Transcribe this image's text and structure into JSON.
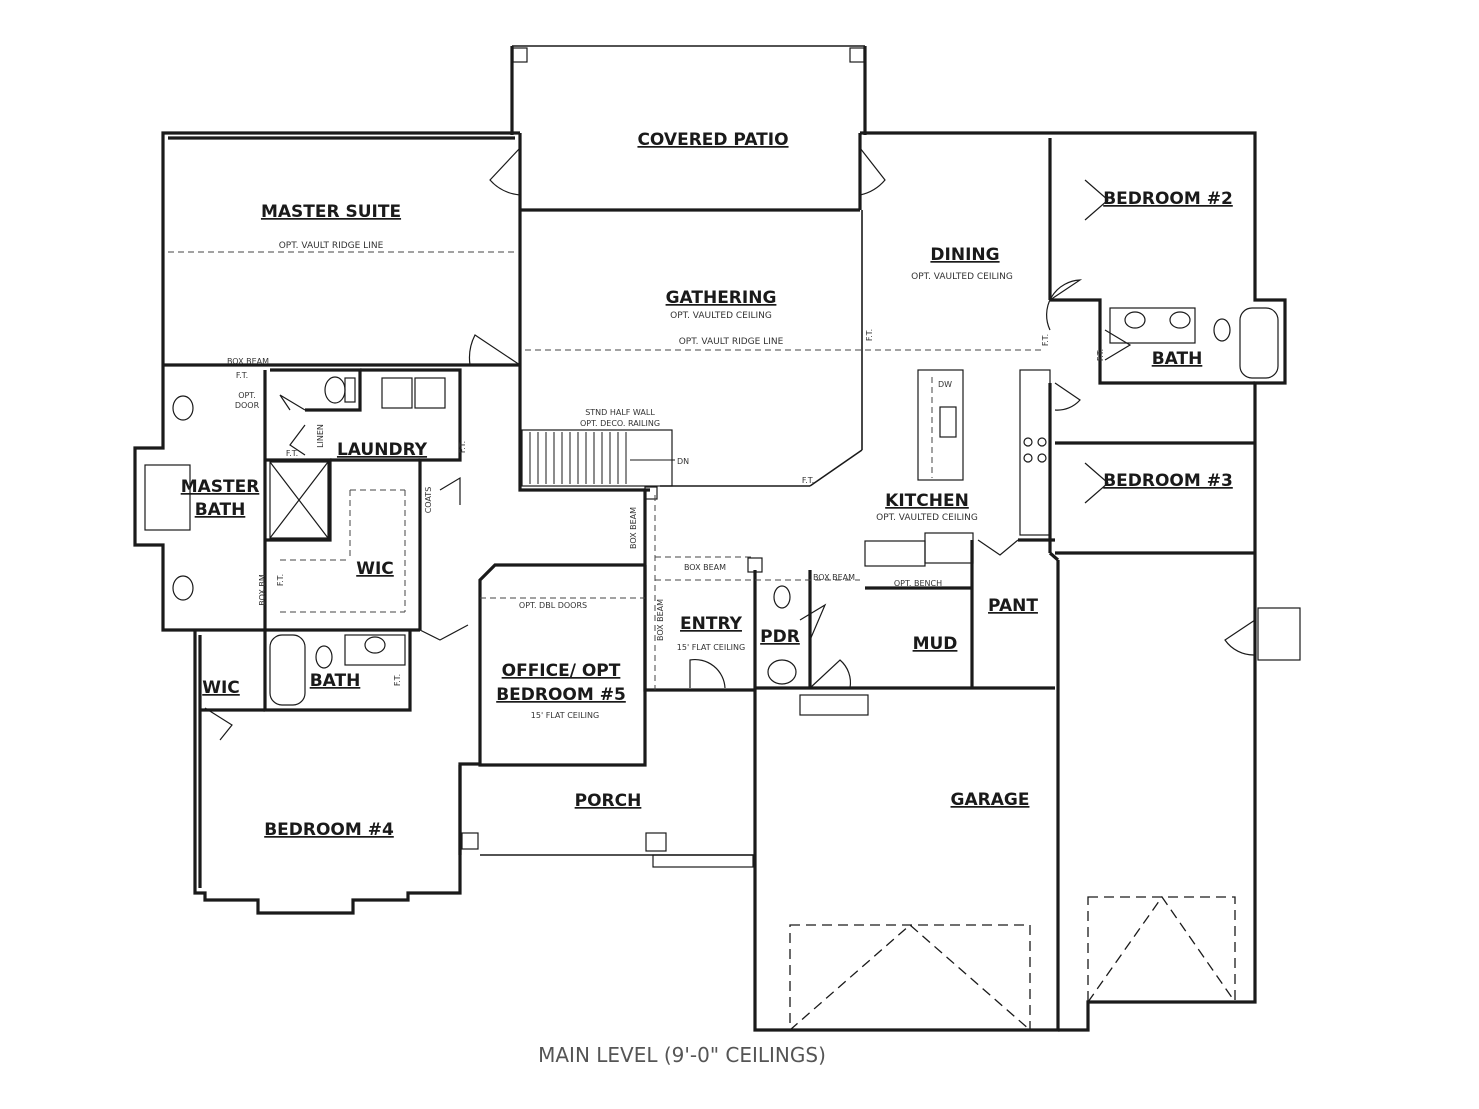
{
  "rooms": {
    "covered_patio": "COVERED PATIO",
    "master_suite": "MASTER SUITE",
    "gathering": "GATHERING",
    "dining": "DINING",
    "bedroom2": "BEDROOM #2",
    "bath_upper": "BATH",
    "laundry": "LAUNDRY",
    "master_bath_1": "MASTER",
    "master_bath_2": "BATH",
    "wic_master": "WIC",
    "kitchen": "KITCHEN",
    "bedroom3": "BEDROOM #3",
    "entry": "ENTRY",
    "pdr": "PDR",
    "pant": "PANT",
    "mud": "MUD",
    "office_1": "OFFICE/ OPT",
    "office_2": "BEDROOM #5",
    "wic_small": "WIC",
    "bath_lower": "BATH",
    "bedroom4": "BEDROOM #4",
    "porch": "PORCH",
    "garage": "GARAGE"
  },
  "notes": {
    "opt_vault_ridge_master": "OPT. VAULT RIDGE LINE",
    "opt_vaulted_gathering": "OPT. VAULTED CEILING",
    "opt_vault_ridge_gathering": "OPT. VAULT RIDGE LINE",
    "opt_vaulted_dining": "OPT. VAULTED CEILING",
    "opt_vaulted_kitchen": "OPT. VAULTED CEILING",
    "stnd_half_wall": "STND HALF WALL",
    "opt_deco_railing": "OPT. DECO. RAILING",
    "dn": "DN",
    "ft": "F.T.",
    "box_beam": "BOX BEAM",
    "box_bm": "BOX BM",
    "opt_door_1": "OPT.",
    "opt_door_2": "DOOR",
    "linen": "LINEN",
    "coats": "COATS",
    "dw": "DW",
    "opt_dbl_doors": "OPT. DBL DOORS",
    "flat_15_entry": "15' FLAT CEILING",
    "flat_15_office": "15' FLAT CEILING",
    "opt_bench": "OPT. BENCH"
  },
  "caption": "MAIN LEVEL (9'-0\" CEILINGS)"
}
